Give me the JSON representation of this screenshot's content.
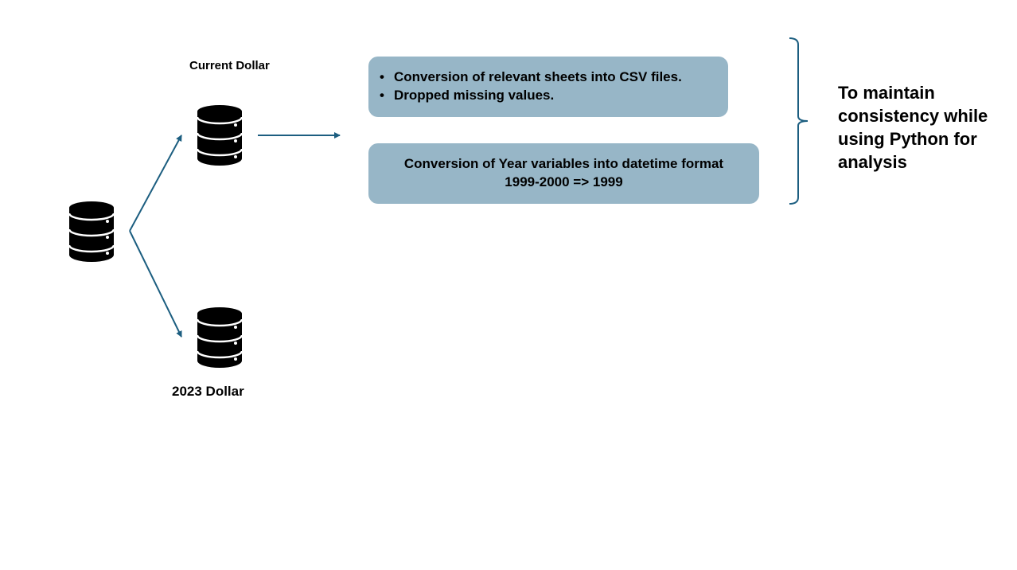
{
  "colors": {
    "connector": "#1c5e80",
    "box_fill": "#97b6c7",
    "icon": "#000000",
    "background": "#ffffff"
  },
  "nodes": {
    "source_db": {
      "icon": "database-icon"
    },
    "current_dollar_db": {
      "icon": "database-icon",
      "label": "Current Dollar"
    },
    "dollar_2023_db": {
      "icon": "database-icon",
      "label": "2023 Dollar"
    }
  },
  "steps_box": {
    "items": [
      {
        "bullet": "•",
        "text": "Conversion of relevant sheets into CSV files."
      },
      {
        "bullet": "•",
        "text": "Dropped missing values."
      }
    ]
  },
  "datetime_box": {
    "line1": "Conversion of Year variables into datetime format",
    "line2": "1999-2000 => 1999"
  },
  "note": {
    "text": "To maintain consistency while using Python for analysis"
  }
}
